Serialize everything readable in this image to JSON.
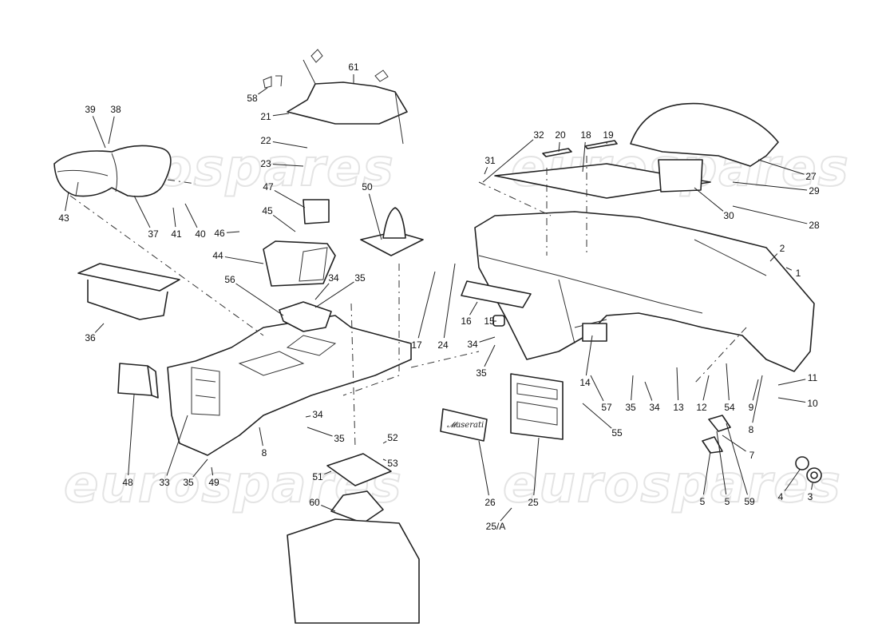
{
  "watermark": "eurospares",
  "badge_logo_text": "Maserati",
  "callouts": [
    "1",
    "2",
    "3",
    "4",
    "5",
    "5",
    "59",
    "7",
    "8",
    "9",
    "10",
    "11",
    "12",
    "54",
    "13",
    "57",
    "35",
    "34",
    "55",
    "14",
    "15",
    "16",
    "17",
    "24",
    "34",
    "35",
    "25",
    "26",
    "25/A",
    "18",
    "19",
    "20",
    "32",
    "31",
    "27",
    "29",
    "28",
    "30",
    "61",
    "58",
    "21",
    "22",
    "23",
    "39",
    "38",
    "43",
    "37",
    "41",
    "40",
    "47",
    "45",
    "46",
    "44",
    "50",
    "34",
    "35",
    "56",
    "36",
    "48",
    "33",
    "35",
    "49",
    "8",
    "34",
    "35",
    "52",
    "53",
    "51",
    "60"
  ]
}
